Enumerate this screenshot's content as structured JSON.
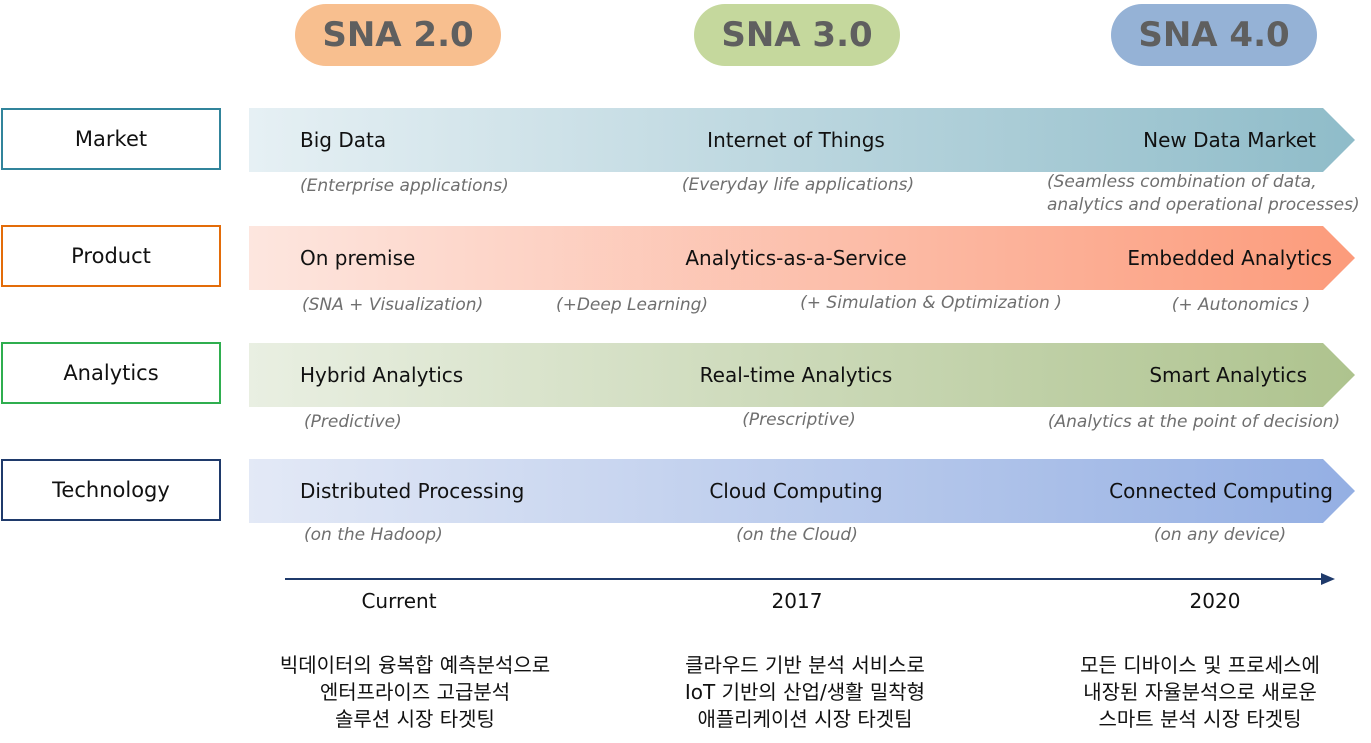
{
  "versions": [
    "SNA 2.0",
    "SNA 3.0",
    "SNA 4.0"
  ],
  "rows": {
    "market": {
      "label": "Market",
      "stages": [
        "Big Data",
        "Internet of Things",
        "New Data Market"
      ],
      "notes": [
        "(Enterprise applications)",
        "(Everyday life applications)",
        "(Seamless combination of data,",
        "analytics and operational processes)"
      ]
    },
    "product": {
      "label": "Product",
      "stages": [
        "On premise",
        "Analytics-as-a-Service",
        "Embedded Analytics"
      ],
      "notes": [
        "(SNA + Visualization)",
        "(+Deep Learning)",
        "(+ Simulation & Optimization )",
        "(+ Autonomics )"
      ]
    },
    "analytics": {
      "label": "Analytics",
      "stages": [
        "Hybrid Analytics",
        "Real-time Analytics",
        "Smart Analytics"
      ],
      "notes": [
        "(Predictive)",
        "(Prescriptive)",
        "(Analytics at the point of decision)"
      ]
    },
    "technology": {
      "label": "Technology",
      "stages": [
        "Distributed Processing",
        "Cloud Computing",
        "Connected Computing"
      ],
      "notes": [
        "(on the Hadoop)",
        "(on the Cloud)",
        "(on any device)"
      ]
    }
  },
  "timeline": {
    "ticks": [
      "Current",
      "2017",
      "2020"
    ]
  },
  "summaries": [
    [
      "빅데이터의 융복합 예측분석으로",
      "엔터프라이즈 고급분석",
      "솔루션 시장 타겟팅"
    ],
    [
      "클라우드 기반 분석 서비스로",
      "IoT 기반의 산업/생활 밀착형",
      "애플리케이션 시장 타겟팀"
    ],
    [
      "모든 디바이스 및 프로세스에",
      "내장된 자율분석으로 새로운",
      "스마트 분석 시장 타겟팅"
    ]
  ],
  "colors": {
    "sna2": "#f8bf8f",
    "sna3": "#c5d89d",
    "sna4": "#95b2d6",
    "market": "#31849b",
    "product": "#e36c09",
    "analytics": "#2fae4f",
    "technology": "#1f3a6b"
  }
}
